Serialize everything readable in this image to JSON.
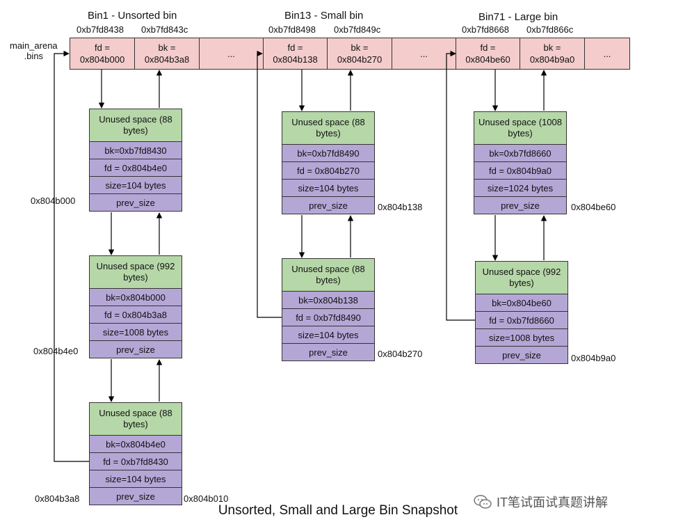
{
  "bin_titles": [
    "Bin1 - Unsorted bin",
    "Bin13 - Small bin",
    "Bin71 - Large bin"
  ],
  "row_label": "main_arena\n.bins",
  "bin_addrs": [
    "0xb7fd8438",
    "0xb7fd843c",
    "0xb7fd8498",
    "0xb7fd849c",
    "0xb7fd8668",
    "0xb7fd866c"
  ],
  "bins": [
    {
      "top": "fd =",
      "bottom": "0x804b000"
    },
    {
      "top": "bk =",
      "bottom": "0x804b3a8"
    },
    {
      "top": "...",
      "bottom": ""
    },
    {
      "top": "fd =",
      "bottom": "0x804b138"
    },
    {
      "top": "bk =",
      "bottom": "0x804b270"
    },
    {
      "top": "...",
      "bottom": ""
    },
    {
      "top": "fd =",
      "bottom": "0x804be60"
    },
    {
      "top": "bk =",
      "bottom": "0x804b9a0"
    },
    {
      "top": "...",
      "bottom": ""
    }
  ],
  "chunks": [
    {
      "unused": "Unused space (88 bytes)",
      "bk": "bk=0xb7fd8430",
      "fd": "fd = 0x804b4e0",
      "size": "size=104 bytes",
      "prev": "prev_size"
    },
    {
      "unused": "Unused space (992 bytes)",
      "bk": "bk=0x804b000",
      "fd": "fd = 0x804b3a8",
      "size": "size=1008 bytes",
      "prev": "prev_size"
    },
    {
      "unused": "Unused space (88 bytes)",
      "bk": "bk=0x804b4e0",
      "fd": "fd = 0xb7fd8430",
      "size": "size=104 bytes",
      "prev": "prev_size"
    },
    {
      "unused": "Unused space (88 bytes)",
      "bk": "bk=0xb7fd8490",
      "fd": "fd = 0x804b270",
      "size": "size=104 bytes",
      "prev": "prev_size"
    },
    {
      "unused": "Unused space (88 bytes)",
      "bk": "bk=0x804b138",
      "fd": "fd = 0xb7fd8490",
      "size": "size=104 bytes",
      "prev": "prev_size"
    },
    {
      "unused": "Unused space (1008 bytes)",
      "bk": "bk=0xb7fd8660",
      "fd": "fd = 0x804b9a0",
      "size": "size=1024 bytes",
      "prev": "prev_size"
    },
    {
      "unused": "Unused space (992 bytes)",
      "bk": "bk=0x804be60",
      "fd": "fd = 0xb7fd8660",
      "size": "size=1008 bytes",
      "prev": "prev_size"
    }
  ],
  "addr_labels": [
    "0x804b000",
    "0x804b4e0",
    "0x804b3a8",
    "0x804b010",
    "0x804b138",
    "0x804b270",
    "0x804be60",
    "0x804b9a0"
  ],
  "caption": "Unsorted, Small and Large Bin Snapshot",
  "watermark": "IT笔试面试真题讲解",
  "colors": {
    "bin_fill": "#f4cccc",
    "unused_fill": "#b6d7a8",
    "field_fill": "#b4a7d6"
  }
}
